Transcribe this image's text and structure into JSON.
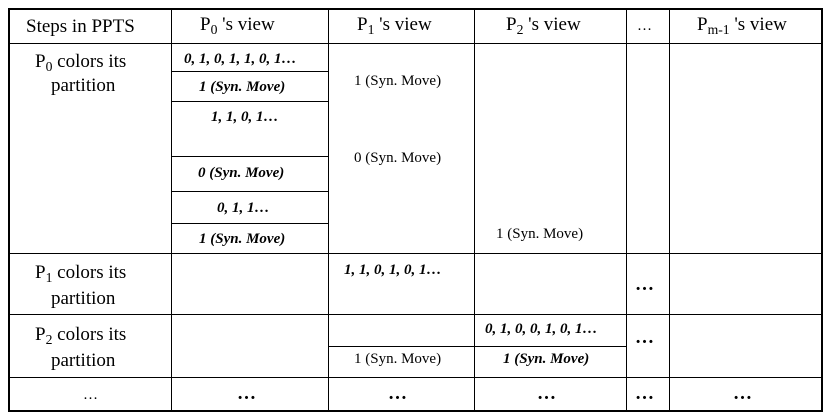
{
  "table": {
    "headers": {
      "steps": "Steps in PPTS",
      "p0": {
        "base": "P",
        "sub": "0",
        "suffix": " 's view"
      },
      "p1": {
        "base": "P",
        "sub": "1",
        "suffix": " 's view"
      },
      "p2": {
        "base": "P",
        "sub": "2",
        "suffix": " 's view"
      },
      "ellipsis": "…",
      "pm1": {
        "base": "P",
        "sub": "m-1",
        "suffix": " 's view"
      }
    },
    "row1": {
      "label": {
        "base": "P",
        "sub": "0",
        "line1_rest": " colors its",
        "line2": "partition"
      },
      "p0_cells": [
        "0, 1, 0, 1, 1, 0, 1…",
        "1 (Syn. Move)",
        "1, 1, 0, 1…",
        "0 (Syn. Move)",
        "0, 1, 1…",
        "1 (Syn. Move)"
      ],
      "p1_cells": [
        "1 (Syn. Move)",
        "0 (Syn. Move)"
      ],
      "p2_cell": "1 (Syn. Move)"
    },
    "row2": {
      "label": {
        "base": "P",
        "sub": "1",
        "line1_rest": " colors its",
        "line2": "partition"
      },
      "p1_cell": "1, 1, 0, 1, 0, 1…",
      "ellipsis": "…"
    },
    "row3": {
      "label": {
        "base": "P",
        "sub": "2",
        "line1_rest": " colors its",
        "line2": "partition"
      },
      "p1_cell": "1 (Syn. Move)",
      "p2_cells": [
        "0, 1, 0, 0, 1, 0, 1…",
        "1 (Syn. Move)"
      ],
      "ellipsis": "…"
    },
    "row4": {
      "steps": "…",
      "p0": "…",
      "p1": "…",
      "p2": "…",
      "ellipsis": "…",
      "pm1": "…"
    }
  }
}
